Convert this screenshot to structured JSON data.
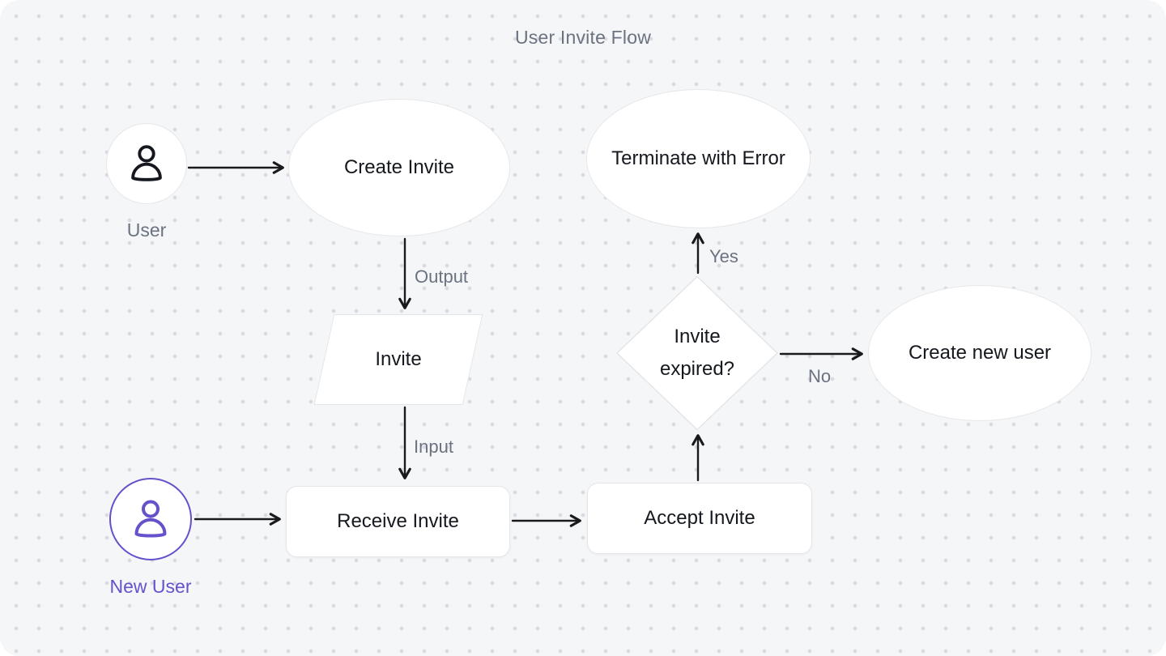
{
  "title": "User Invite Flow",
  "actors": {
    "user": {
      "label": "User",
      "icon": "person-icon"
    },
    "new_user": {
      "label": "New User",
      "icon": "person-icon"
    }
  },
  "nodes": {
    "create_invite": {
      "label": "Create Invite",
      "shape": "ellipse"
    },
    "invite": {
      "label": "Invite",
      "shape": "parallelogram"
    },
    "receive_invite": {
      "label": "Receive Invite",
      "shape": "rounded-rect"
    },
    "accept_invite": {
      "label": "Accept Invite",
      "shape": "rounded-rect"
    },
    "decision": {
      "label_line1": "Invite",
      "label_line2": "expired?",
      "shape": "diamond"
    },
    "terminate_with_error": {
      "label": "Terminate with Error",
      "shape": "ellipse"
    },
    "create_new_user": {
      "label": "Create new user",
      "shape": "ellipse"
    }
  },
  "edge_labels": {
    "output": "Output",
    "input": "Input",
    "yes": "Yes",
    "no": "No"
  },
  "colors": {
    "canvas_background": "#f5f6f8",
    "dot_grid": "#d9dbe0",
    "node_background": "#ffffff",
    "node_border": "#e5e7ea",
    "node_text": "#15181e",
    "muted_text": "#6b7280",
    "accent_purple": "#6451cc",
    "arrow": "#1a1a1c"
  }
}
